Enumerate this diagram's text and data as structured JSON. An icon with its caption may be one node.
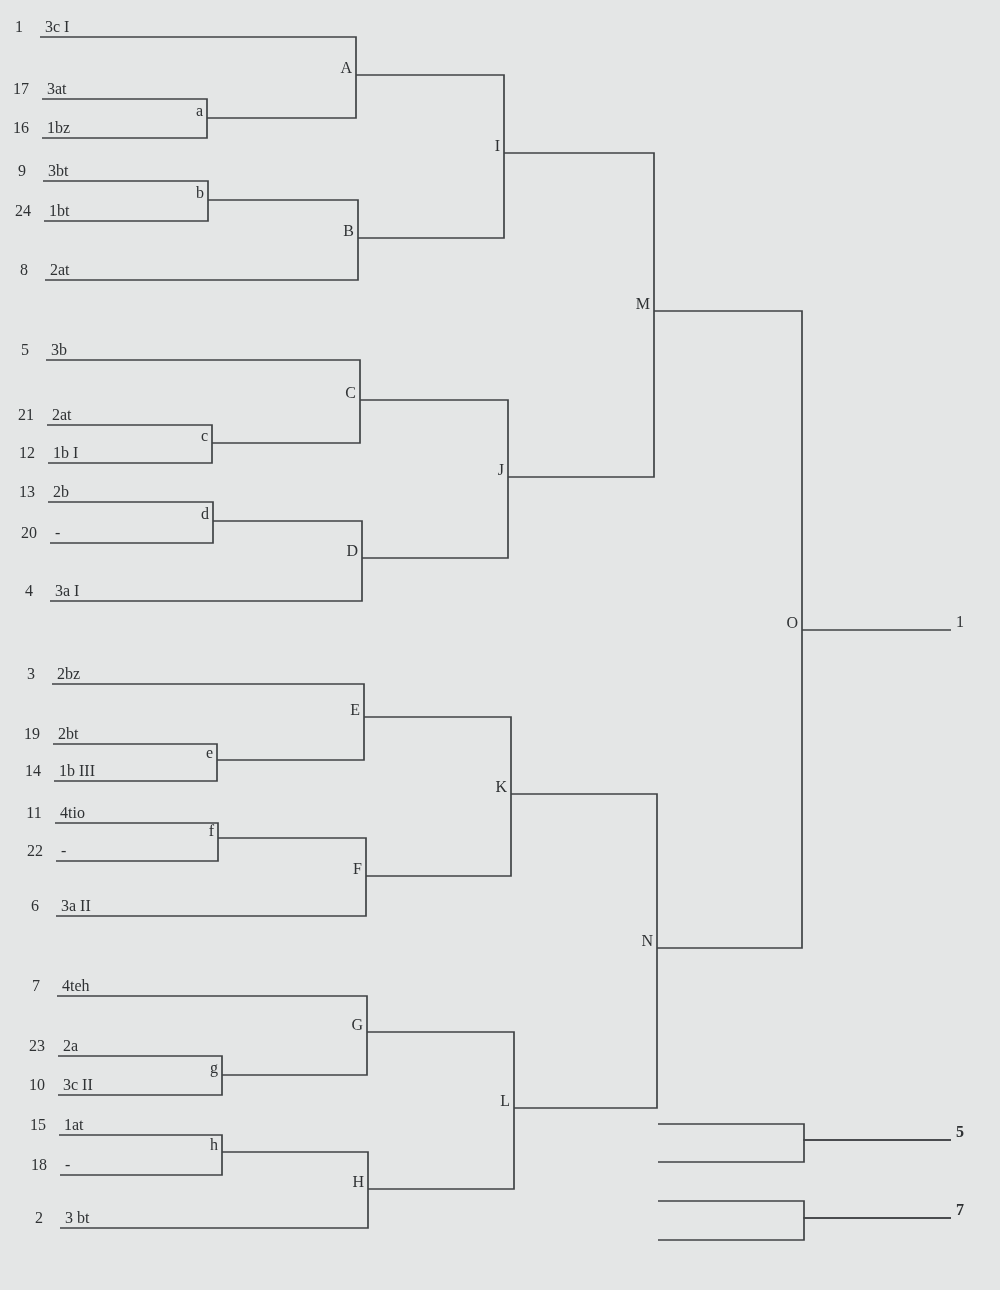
{
  "diagram": {
    "nodes": [
      {
        "text": [
          "3c I"
        ],
        "beside": [
          "1"
        ]
      },
      {
        "text": [
          "A"
        ]
      },
      {
        "text": [
          "3at"
        ],
        "beside": [
          "17"
        ]
      },
      {
        "text": [
          "a"
        ]
      },
      {
        "text": [
          "1bz"
        ],
        "beside": [
          "16"
        ]
      },
      {
        "text": [
          "I"
        ]
      },
      {
        "text": [
          "3bt"
        ],
        "beside": [
          "9"
        ]
      },
      {
        "text": [
          "b"
        ]
      },
      {
        "text": [
          "1bt"
        ],
        "beside": [
          "24"
        ]
      },
      {
        "text": [
          "B"
        ]
      },
      {
        "text": [
          "2at"
        ],
        "beside": [
          "8"
        ]
      },
      {
        "text": [
          "M"
        ]
      },
      {
        "text": [
          "3b"
        ],
        "beside": [
          "5"
        ]
      },
      {
        "text": [
          "C"
        ]
      },
      {
        "text": [
          "2at"
        ],
        "beside": [
          "21"
        ]
      },
      {
        "text": [
          "c"
        ]
      },
      {
        "text": [
          "1b I"
        ],
        "beside": [
          "12"
        ]
      },
      {
        "text": [
          "J"
        ]
      },
      {
        "text": [
          "2b"
        ],
        "beside": [
          "13"
        ]
      },
      {
        "text": [
          "d"
        ]
      },
      {
        "text": [
          "-"
        ],
        "beside": [
          "20"
        ]
      },
      {
        "text": [
          "D"
        ]
      },
      {
        "text": [
          "3a I"
        ],
        "beside": [
          "4"
        ]
      },
      {
        "text": [
          "O"
        ]
      },
      {
        "text": [
          "1"
        ]
      },
      {
        "text": [
          "2bz"
        ],
        "beside": [
          "3"
        ]
      },
      {
        "text": [
          "E"
        ]
      },
      {
        "text": [
          "2bt"
        ],
        "beside": [
          "19"
        ]
      },
      {
        "text": [
          "e"
        ]
      },
      {
        "text": [
          "1b III"
        ],
        "beside": [
          "14"
        ]
      },
      {
        "text": [
          "K"
        ]
      },
      {
        "text": [
          "4tio"
        ],
        "beside": [
          "11"
        ]
      },
      {
        "text": [
          "f"
        ]
      },
      {
        "text": [
          "-"
        ],
        "beside": [
          "22"
        ]
      },
      {
        "text": [
          "F"
        ]
      },
      {
        "text": [
          "3a II"
        ],
        "beside": [
          "6"
        ]
      },
      {
        "text": [
          "N"
        ]
      },
      {
        "text": [
          "4teh"
        ],
        "beside": [
          "7"
        ]
      },
      {
        "text": [
          "G"
        ]
      },
      {
        "text": [
          "2a"
        ],
        "beside": [
          "23"
        ]
      },
      {
        "text": [
          "g"
        ]
      },
      {
        "text": [
          "3c II"
        ],
        "beside": [
          "10"
        ]
      },
      {
        "text": [
          "L"
        ]
      },
      {
        "text": [
          "1at"
        ],
        "beside": [
          "15"
        ]
      },
      {
        "text": [
          "5"
        ]
      },
      {
        "text": [
          "h"
        ]
      },
      {
        "text": [
          "-"
        ],
        "beside": [
          "18"
        ]
      },
      {
        "text": [
          "H"
        ]
      },
      {
        "text": [
          "7"
        ]
      },
      {
        "text": [
          "3 bt"
        ],
        "beside": [
          "2"
        ]
      }
    ],
    "edges": [
      {
        "from": 0,
        "to": 1,
        "arrow": "none"
      },
      {
        "from": 2,
        "to": 3,
        "arrow": "none"
      },
      {
        "from": 4,
        "to": 3,
        "arrow": "none"
      },
      {
        "from": 3,
        "to": 1,
        "arrow": "none"
      },
      {
        "from": 6,
        "to": 7,
        "arrow": "none"
      },
      {
        "from": 8,
        "to": 7,
        "arrow": "none"
      },
      {
        "from": 7,
        "to": 9,
        "arrow": "none"
      },
      {
        "from": 10,
        "to": 9,
        "arrow": "none"
      },
      {
        "from": 1,
        "to": 5,
        "arrow": "none"
      },
      {
        "from": 9,
        "to": 5,
        "arrow": "none"
      },
      {
        "from": 12,
        "to": 13,
        "arrow": "none"
      },
      {
        "from": 14,
        "to": 15,
        "arrow": "none"
      },
      {
        "from": 16,
        "to": 15,
        "arrow": "none"
      },
      {
        "from": 15,
        "to": 13,
        "arrow": "none"
      },
      {
        "from": 18,
        "to": 19,
        "arrow": "none"
      },
      {
        "from": 20,
        "to": 19,
        "arrow": "none"
      },
      {
        "from": 19,
        "to": 21,
        "arrow": "none"
      },
      {
        "from": 22,
        "to": 21,
        "arrow": "none"
      },
      {
        "from": 13,
        "to": 17,
        "arrow": "none"
      },
      {
        "from": 21,
        "to": 17,
        "arrow": "none"
      },
      {
        "from": 5,
        "to": 11,
        "arrow": "none"
      },
      {
        "from": 17,
        "to": 11,
        "arrow": "none"
      },
      {
        "from": 25,
        "to": 26,
        "arrow": "none"
      },
      {
        "from": 27,
        "to": 28,
        "arrow": "none"
      },
      {
        "from": 29,
        "to": 28,
        "arrow": "none"
      },
      {
        "from": 28,
        "to": 26,
        "arrow": "none"
      },
      {
        "from": 31,
        "to": 32,
        "arrow": "none"
      },
      {
        "from": 33,
        "to": 32,
        "arrow": "none"
      },
      {
        "from": 32,
        "to": 34,
        "arrow": "none"
      },
      {
        "from": 35,
        "to": 34,
        "arrow": "none"
      },
      {
        "from": 26,
        "to": 30,
        "arrow": "none"
      },
      {
        "from": 34,
        "to": 30,
        "arrow": "none"
      },
      {
        "from": 37,
        "to": 38,
        "arrow": "none"
      },
      {
        "from": 39,
        "to": 40,
        "arrow": "none"
      },
      {
        "from": 41,
        "to": 40,
        "arrow": "none"
      },
      {
        "from": 40,
        "to": 38,
        "arrow": "none"
      },
      {
        "from": 43,
        "to": 45,
        "arrow": "none"
      },
      {
        "from": 46,
        "to": 45,
        "arrow": "none"
      },
      {
        "from": 45,
        "to": 47,
        "arrow": "none"
      },
      {
        "from": 49,
        "to": 47,
        "arrow": "none"
      },
      {
        "from": 38,
        "to": 42,
        "arrow": "none"
      },
      {
        "from": 47,
        "to": 42,
        "arrow": "none"
      },
      {
        "from": 30,
        "to": 36,
        "arrow": "none"
      },
      {
        "from": 42,
        "to": 36,
        "arrow": "none"
      },
      {
        "from": 11,
        "to": 23,
        "arrow": "none"
      },
      {
        "from": 36,
        "to": 23,
        "arrow": "none"
      },
      {
        "from": 23,
        "to": 24,
        "arrow": "none"
      },
      {
        "from": null,
        "to": 44,
        "arrow": "none"
      },
      {
        "from": null,
        "to": 44,
        "arrow": "none"
      },
      {
        "from": null,
        "to": 48,
        "arrow": "none"
      },
      {
        "from": null,
        "to": 48,
        "arrow": "none"
      }
    ]
  }
}
